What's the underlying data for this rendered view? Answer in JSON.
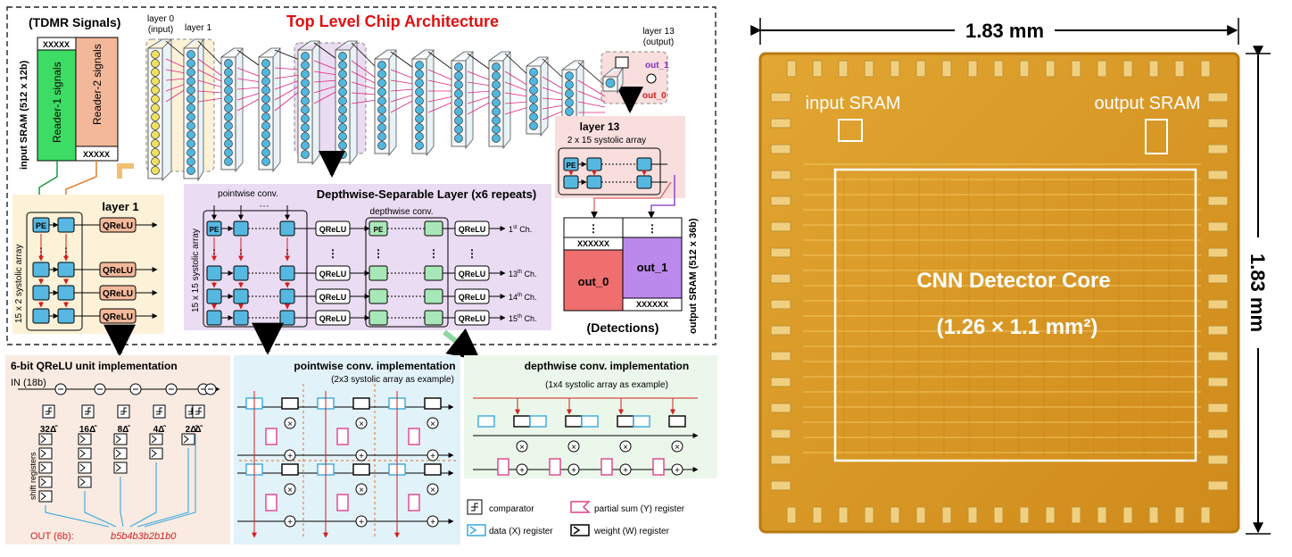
{
  "left": {
    "title": "Top Level Chip Architecture",
    "tdmr": {
      "title": "(TDMR Signals)",
      "sram_label": "input SRAM (512 x 12b)",
      "xxxxx": "XXXXX",
      "reader1": "Reader-1 signals",
      "reader2": "Reader-2 signals"
    },
    "layers": {
      "layer0": "layer 0",
      "layer0_sub": "(input)",
      "layer1": "layer 1",
      "layer13": "layer 13",
      "layer13_sub": "(output)",
      "out_1": "out_1",
      "out_0": "out_0"
    },
    "layer1_box": {
      "title": "layer 1",
      "array": "15 x 2 systolic array",
      "pe": "PE",
      "qrelu": "QReLU"
    },
    "dsl_box": {
      "title": "Depthwise-Separable Layer (x6 repeats)",
      "pointwise": "pointwise conv.",
      "depthwise": "depthwise conv.",
      "dots": "···",
      "array": "15 x 15 systolic array",
      "pe": "PE",
      "qrelu": "QReLU",
      "ch1": "1",
      "ch1_sup": "st",
      "ch13": "13",
      "ch14": "14",
      "ch15": "15",
      "ch_sup": "th",
      "ch_suffix": " Ch."
    },
    "layer13_box": {
      "title": "layer 13",
      "array": "2 x 15 systolic array",
      "pe": "PE"
    },
    "out_sram": {
      "label": "output SRAM (512 x 36b)",
      "xxxxxx": "XXXXXX",
      "out_0": "out_0",
      "out_1": "out_1",
      "detections": "(Detections)"
    },
    "qrelu_impl": {
      "title": "6-bit QReLU unit implementation",
      "input": "IN (18b)",
      "thresholds": [
        "32",
        "16",
        "8",
        "4",
        "2",
        ""
      ],
      "delta": "Δ̂",
      "shift": "shift registers",
      "output_label": "OUT (6b):",
      "output_bits": "b5b4b3b2b1b0"
    },
    "pointwise_impl": {
      "title": "pointwise conv. implementation",
      "subtitle": "(2x3 systolic array as example)"
    },
    "depthwise_impl": {
      "title": "depthwise conv. implementation",
      "subtitle": "(1x4 systolic array as example)"
    },
    "legend": {
      "comparator": "comparator",
      "psum": "partial sum (Y) register",
      "data": "data (X) register",
      "weight": "weight (W) register"
    }
  },
  "right": {
    "width_label": "1.83 mm",
    "height_label": "1.83 mm",
    "input_sram": "input SRAM",
    "output_sram": "output SRAM",
    "core_title": "CNN Detector Core",
    "core_size": "(1.26 × 1.1 mm²)"
  },
  "colors": {
    "title_red": "#e01010",
    "reader1_green": "#3ddc64",
    "reader2_salmon": "#f3b89a",
    "layer1_bg": "#fdf2d8",
    "dsl_bg": "#eadcf2",
    "layer13_bg": "#f9dede",
    "qrelu_bg": "#f9ebe2",
    "pointwise_bg": "#e2f2f9",
    "depthwise_bg": "#eaf7ea",
    "pe_blue": "#56b8e0",
    "green_cell": "#a8e8b8",
    "out0_red": "#ef6e6e",
    "out1_purple": "#bb88ec",
    "die_gold": "#d8981e"
  }
}
